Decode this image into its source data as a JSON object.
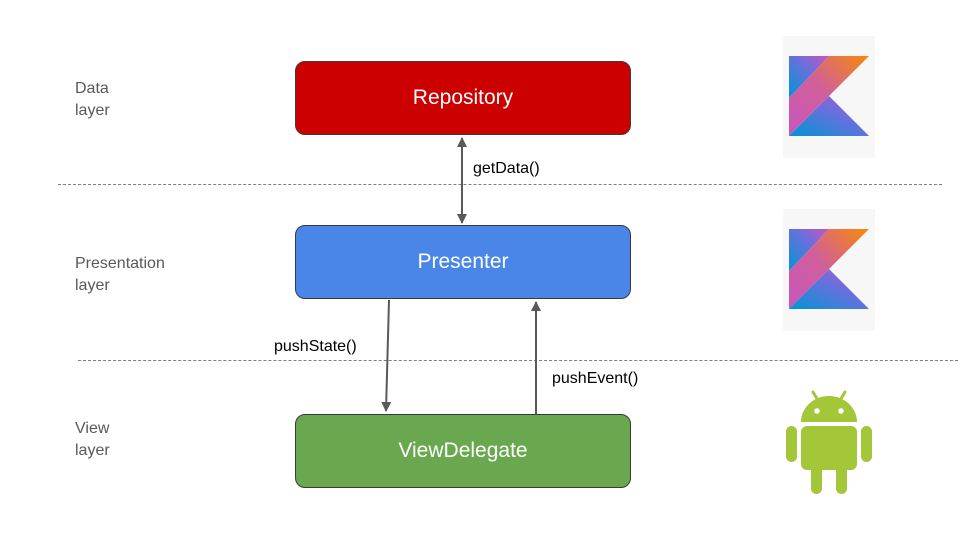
{
  "layers": {
    "data": "Data\nlayer",
    "presentation": "Presentation\nlayer",
    "view": "View\nlayer"
  },
  "boxes": {
    "repository": {
      "label": "Repository",
      "color": "#cc0000"
    },
    "presenter": {
      "label": "Presenter",
      "color": "#4a86e8"
    },
    "view_delegate": {
      "label": "ViewDelegate",
      "color": "#6aa84f"
    }
  },
  "edges": {
    "get_data": "getData()",
    "push_state": "pushState()",
    "push_event": "pushEvent()"
  },
  "icons": {
    "data_layer_logo": "kotlin-logo-icon",
    "presentation_layer_logo": "kotlin-logo-icon",
    "view_layer_logo": "android-robot-icon"
  },
  "colors": {
    "arrow": "#595959",
    "android_green": "#a4c639"
  }
}
